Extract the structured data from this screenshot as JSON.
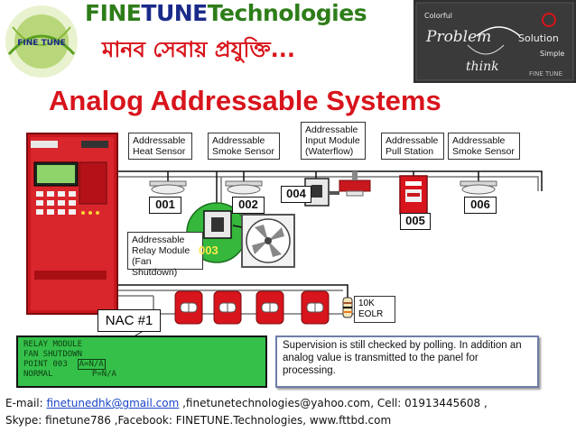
{
  "brand": {
    "part1": "FINE",
    "part2": "TUNE",
    "part3": "Technologies",
    "logo_text": "FINE TUNE"
  },
  "tagline": "মানব সেবায় প্রযুক্তি...",
  "banner": {
    "word1": "Colorful",
    "word2": "Problem",
    "word3": "Solution",
    "word4": "Simple",
    "word5": "think",
    "word6": "FINE TUNE"
  },
  "title": "Analog Addressable Systems",
  "device_labels": {
    "heat": [
      "Addressable",
      "Heat Sensor"
    ],
    "smoke1": [
      "Addressable",
      "Smoke Sensor"
    ],
    "input": [
      "Addressable",
      "Input Module",
      "(Waterflow)"
    ],
    "pull": [
      "Addressable",
      "Pull Station"
    ],
    "smoke2": [
      "Addressable",
      "Smoke Sensor"
    ],
    "relay": [
      "Addressable",
      "Relay Module",
      "(Fan Shutdown)"
    ]
  },
  "addresses": {
    "a001": "001",
    "a002": "002",
    "a003": "003",
    "a004": "004",
    "a005": "005",
    "a006": "006"
  },
  "eolr": [
    "10K",
    "EOLR"
  ],
  "nac": "NAC #1",
  "lcd": {
    "line1": "RELAY MODULE",
    "line2": "FAN SHUTDOWN",
    "line3": "POINT 003",
    "line3b": "A=N/A",
    "line4": "NORMAL",
    "line4b": "P=N/A"
  },
  "note": "Supervision is still checked by polling. In addition an analog value is transmitted to the panel for processing.",
  "contact": {
    "email_label": "E-mail: ",
    "email": "finetunedhk@gmail.com",
    "rest1": " ,finetunetechnologies@yahoo.com, Cell: 01913445608 ,",
    "line2": "Skype: finetune786 ,Facebook: FINETUNE.Technologies, www.fttbd.com"
  },
  "colors": {
    "brand_green": "#2e7d1a",
    "brand_blue": "#1a2a8a",
    "title_red": "#d8141c",
    "panel_red": "#c9171e",
    "lcd_green": "#35c04a"
  }
}
